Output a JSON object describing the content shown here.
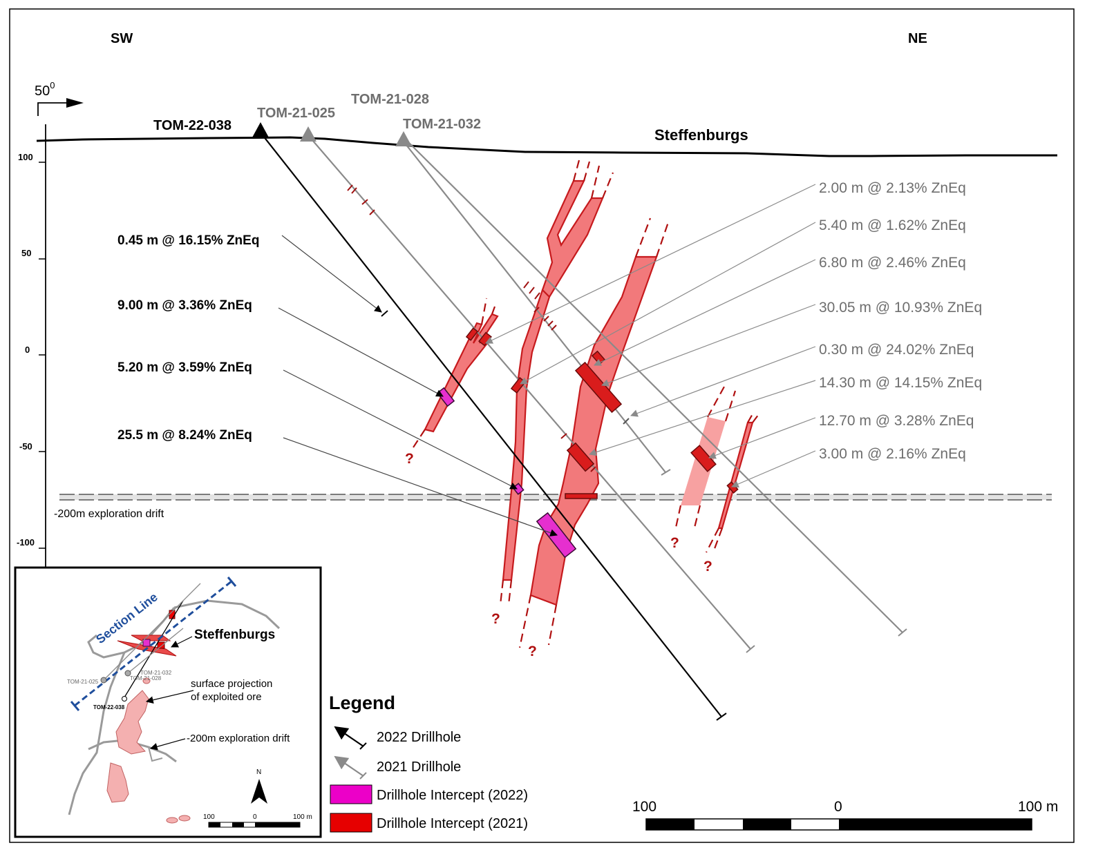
{
  "directions": {
    "sw": "SW",
    "ne": "NE"
  },
  "azimuth": {
    "base": "50",
    "sup": "0"
  },
  "elevation_ticks": [
    "100",
    "50",
    "0",
    "-50",
    "-100"
  ],
  "drillholes": {
    "h2022_038": "TOM-22-038",
    "h2021_025": "TOM-21-025",
    "h2021_028": "TOM-21-028",
    "h2021_032": "TOM-21-032"
  },
  "area_name": "Steffenburgs",
  "intercepts_2022": [
    "0.45 m @ 16.15% ZnEq",
    "9.00 m @ 3.36% ZnEq",
    "5.20 m @ 3.59% ZnEq",
    "25.5 m @ 8.24% ZnEq"
  ],
  "intercepts_2021": [
    "2.00 m @ 2.13% ZnEq",
    "5.40 m @ 1.62% ZnEq",
    "6.80 m @ 2.46% ZnEq",
    "30.05 m @ 10.93% ZnEq",
    "0.30 m @ 24.02% ZnEq",
    "14.30 m @ 14.15% ZnEq",
    "12.70 m @ 3.28% ZnEq",
    "3.00 m @ 2.16% ZnEq"
  ],
  "drift_label": "-200m exploration drift",
  "question_mark": "?",
  "legend": {
    "title": "Legend",
    "items": [
      "2022 Drillhole",
      "2021 Drillhole",
      "Drillhole Intercept (2022)",
      "Drillhole Intercept (2021)"
    ]
  },
  "scale_bar": {
    "left": "100",
    "mid": "0",
    "right": "100 m"
  },
  "inset": {
    "section_line": "Section Line",
    "area_name": "Steffenburgs",
    "surface_projection": [
      "surface projection",
      "of exploited ore"
    ],
    "drift": "-200m exploration drift",
    "hole_025": "TOM-21-025",
    "hole_032": "TOM-21-032",
    "hole_028": "TOM-21-028",
    "hole_038": "TOM-22-038",
    "north": "N",
    "scale": {
      "left": "100",
      "mid": "0",
      "right": "100 m"
    }
  },
  "colors": {
    "ore_body": "#f2797b",
    "intercept_2021": "#d91c1c",
    "intercept_2022": "#e62fcf",
    "hole_2022": "#000000",
    "hole_2021": "#8a8a8a",
    "section_line": "#1f4e9c"
  }
}
